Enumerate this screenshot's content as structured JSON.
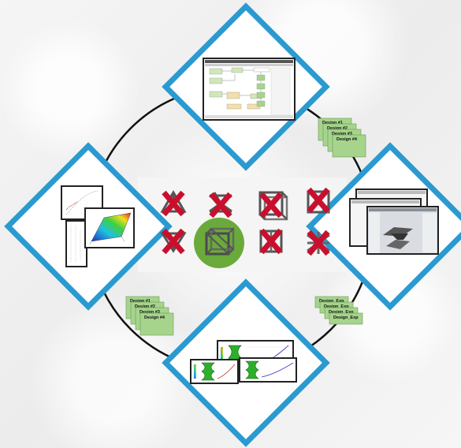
{
  "colors": {
    "diamond_border": "#2a9ad0",
    "cycle_line": "#111111",
    "reject_x": "#c8102e",
    "selected_circle": "#6aaa3a",
    "card_fill": "#a6d48c"
  },
  "card_stacks": {
    "top_right": [
      "Design #1",
      "Design #2",
      "Design #3",
      "Design #4"
    ],
    "bottom_left": [
      "Design #1",
      "Design #2",
      "Design #3",
      "Design #4"
    ],
    "bottom_right": [
      "Design_Exp",
      "Design_Exp",
      "Design_Exp",
      "Design_Exp"
    ]
  }
}
